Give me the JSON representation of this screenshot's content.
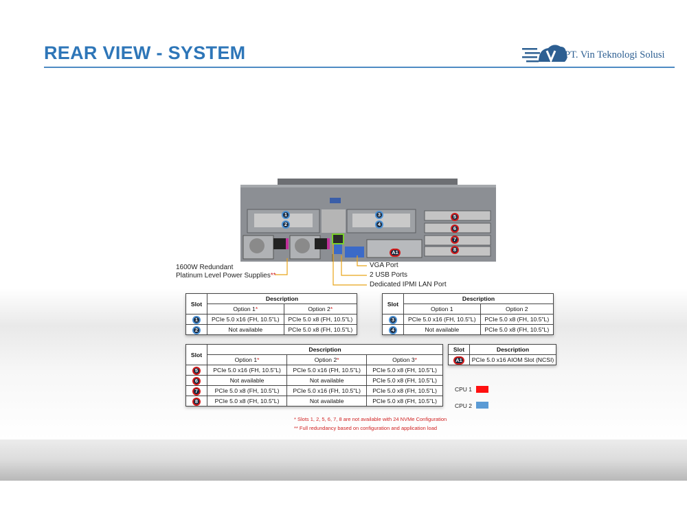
{
  "header": {
    "title": "REAR VIEW - SYSTEM",
    "company": "PT. Vin Teknologi Solusi"
  },
  "colors": {
    "title_blue": "#2e76b8",
    "cpu1": "#ff1010",
    "cpu2": "#5b9bd5",
    "callout_line": "#e8a317"
  },
  "server": {
    "slot_badges": {
      "s1": "1",
      "s2": "2",
      "s3": "3",
      "s4": "4",
      "s5": "5",
      "s6": "6",
      "s7": "7",
      "s8": "8",
      "a1": "A1"
    }
  },
  "callouts": {
    "psu_line1": "1600W Redundant",
    "psu_line2": "Platinum Level Power Supplies",
    "psu_mark": "**",
    "vga": "VGA Port",
    "usb": "2 USB Ports",
    "ipmi": "Dedicated IPMI LAN Port"
  },
  "table_a": {
    "h_slot": "Slot",
    "h_desc": "Description",
    "opt1": "Option 1",
    "opt2": "Option 2",
    "mark": "*",
    "rows": [
      {
        "slot": "1",
        "o1": "PCIe 5.0 x16 (FH, 10.5\"L)",
        "o2": "PCIe 5.0 x8 (FH, 10.5\"L)"
      },
      {
        "slot": "2",
        "o1": "Not available",
        "o2": "PCIe 5.0 x8 (FH, 10.5\"L)"
      }
    ]
  },
  "table_b": {
    "h_slot": "Slot",
    "h_desc": "Description",
    "opt1": "Option 1",
    "opt2": "Option 2",
    "rows": [
      {
        "slot": "3",
        "o1": "PCIe 5.0 x16 (FH, 10.5\"L)",
        "o2": "PCIe 5.0 x8 (FH, 10.5\"L)"
      },
      {
        "slot": "4",
        "o1": "Not available",
        "o2": "PCIe 5.0 x8 (FH, 10.5\"L)"
      }
    ]
  },
  "table_c": {
    "h_slot": "Slot",
    "h_desc": "Description",
    "opt1": "Option 1",
    "opt2": "Option 2",
    "opt3": "Option 3",
    "mark": "*",
    "rows": [
      {
        "slot": "5",
        "o1": "PCIe 5.0 x16 (FH, 10.5\"L)",
        "o2": "PCIe 5.0 x16 (FH, 10.5\"L)",
        "o3": "PCIe 5.0 x8 (FH, 10.5\"L)"
      },
      {
        "slot": "6",
        "o1": "Not available",
        "o2": "Not available",
        "o3": "PCIe 5.0 x8 (FH, 10.5\"L)"
      },
      {
        "slot": "7",
        "o1": "PCIe 5.0 x8 (FH, 10.5\"L)",
        "o2": "PCIe 5.0 x16 (FH, 10.5\"L)",
        "o3": "PCIe 5.0 x8 (FH, 10.5\"L)"
      },
      {
        "slot": "8",
        "o1": "PCIe 5.0 x8 (FH, 10.5\"L)",
        "o2": "Not available",
        "o3": "PCIe 5.0 x8 (FH, 10.5\"L)"
      }
    ]
  },
  "table_d": {
    "h_slot": "Slot",
    "h_desc": "Description",
    "rows": [
      {
        "slot": "A1",
        "desc": "PCIe 5.0 x16 AIOM Slot (NCSI)"
      }
    ]
  },
  "legend": {
    "cpu1": "CPU 1",
    "cpu2": "CPU 2"
  },
  "footnotes": {
    "f1": "* Slots 1, 2, 5, 6, 7, 8 are not available with 24 NVMe Configuration",
    "f2": "**  Full redundancy based on configuration and application load"
  }
}
